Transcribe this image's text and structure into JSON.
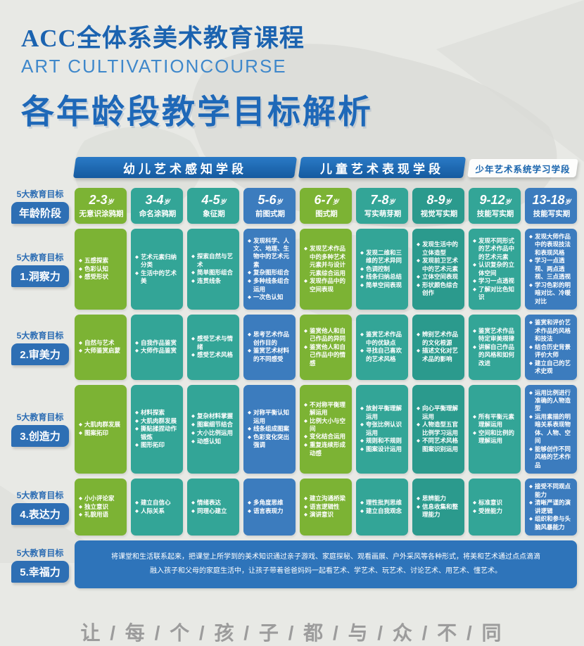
{
  "header": {
    "title": "ACC全体系美术教育课程",
    "subtitle": "ART CULTIVATIONCOURSE",
    "main_title": "各年龄段教学目标解析"
  },
  "stages": [
    {
      "label": "幼儿艺术感知学段"
    },
    {
      "label": "儿童艺术表现学段"
    },
    {
      "label": "少年艺术系统学习学段"
    }
  ],
  "education_goal_label": "5大教育目标",
  "columns": [
    {
      "age": "2-3",
      "age_suffix": "岁",
      "period": "无意识涂鸦期",
      "color": "green"
    },
    {
      "age": "3-4",
      "age_suffix": "岁",
      "period": "命名涂鸦期",
      "color": "teal"
    },
    {
      "age": "4-5",
      "age_suffix": "岁",
      "period": "象征期",
      "color": "teal"
    },
    {
      "age": "5-6",
      "age_suffix": "岁",
      "period": "前图式期",
      "color": "blue"
    },
    {
      "age": "6-7",
      "age_suffix": "岁",
      "period": "图式期",
      "color": "green"
    },
    {
      "age": "7-8",
      "age_suffix": "岁",
      "period": "写实萌芽期",
      "color": "teal"
    },
    {
      "age": "8-9",
      "age_suffix": "岁",
      "period": "视觉写实期",
      "color": "tealdark"
    },
    {
      "age": "9-12",
      "age_suffix": "岁",
      "period": "技能写实期",
      "color": "teal"
    },
    {
      "age": "13-18",
      "age_suffix": "岁",
      "period": "技能写实期",
      "color": "blue"
    }
  ],
  "rows": [
    {
      "key": "ages",
      "type": "ages",
      "label": "年龄阶段"
    },
    {
      "key": "insight",
      "type": "bullets",
      "label": "1.洞察力",
      "cells": [
        [
          "五感探索",
          "色彩认知",
          "感受形状"
        ],
        [
          "艺术元素归纳分类",
          "生活中的艺术美"
        ],
        [
          "探索自然与艺术",
          "简单图形组合",
          "连贯线条"
        ],
        [
          "发现科学、人文、地理、生物中的艺术元素",
          "复杂图形组合",
          "多种线条组合运用",
          "一次色认知"
        ],
        [
          "发现艺术作品中的多种艺术元素并与设计元素综合运用",
          "发现作品中的空间表现"
        ],
        [
          "发现二维和三维的艺术异同",
          "色调控制",
          "线条归纳总结",
          "简单空间表现"
        ],
        [
          "发现生活中的立体造型",
          "发现前卫艺术中的艺术元素",
          "立体空间表现",
          "形状颜色综合创作"
        ],
        [
          "发现不同形式的艺术作品中的艺术元素",
          "认识复杂的立体空间",
          "学习一点透视",
          "了解对比色知识"
        ],
        [
          "发现大师作品中的表现技法和表现风格",
          "学习一点透视、两点透视、三点透视",
          "学习色彩的明暗对比、冷暖对比"
        ]
      ]
    },
    {
      "key": "aesthetic",
      "type": "bullets",
      "label": "2.审美力",
      "cells": [
        [
          "自然与艺术",
          "大师鉴赏启蒙"
        ],
        [
          "自我作品鉴赏",
          "大师作品鉴赏"
        ],
        [
          "感受艺术与情绪",
          "感受艺术风格"
        ],
        [
          "思考艺术作品创作目的",
          "鉴赏艺术材料的不同感受"
        ],
        [
          "鉴赏他人和自己作品的异同",
          "鉴赏他人和自己作品中的情感"
        ],
        [
          "鉴赏艺术作品中的优缺点",
          "寻找自己喜欢的艺术风格"
        ],
        [
          "辨别艺术作品的文化根源",
          "描述文化对艺术品的影响"
        ],
        [
          "鉴赏艺术作品特定审美规律",
          "讲解自己作品的风格和如何改进"
        ],
        [
          "鉴赏和评价艺术作品的风格和技法",
          "结合历史背景评价大师",
          "建立自己的艺术史观"
        ]
      ]
    },
    {
      "key": "creativity",
      "type": "bullets",
      "label": "3.创造力",
      "cells": [
        [
          "大肌肉群发展",
          "图案拓印"
        ],
        [
          "材料探索",
          "大肌肉群发展",
          "撕贴揉捏动作锻炼",
          "图形拓印"
        ],
        [
          "复杂材料掌握",
          "图案细节结合",
          "大小比例运用",
          "动感认知"
        ],
        [
          "对称平衡认知运用",
          "线条组成图案",
          "色彩变化突出强调"
        ],
        [
          "不对称平衡理解运用",
          "比例大小与空间",
          "变化结合运用",
          "重复连续形成动感"
        ],
        [
          "放射平衡理解运用",
          "夸张比例认识运用",
          "规则和不规则",
          "图案设计运用"
        ],
        [
          "向心平衡理解运用",
          "人物造型五官比例学习运用",
          "不同艺术风格图案识别运用"
        ],
        [
          "所有平衡元素理解运用",
          "空间和比例的理解运用"
        ],
        [
          "运用比例进行准确的人物造型",
          "运用素描的明暗关系表现物体、人物、空间",
          "能够创作不同风格的艺术作品"
        ]
      ]
    },
    {
      "key": "expression",
      "type": "bullets",
      "label": "4.表达力",
      "cells": [
        [
          "小小评论家",
          "独立意识",
          "礼貌用语"
        ],
        [
          "建立自信心",
          "人际关系"
        ],
        [
          "情绪表达",
          "同理心建立"
        ],
        [
          "多角度思维",
          "语言表现力"
        ],
        [
          "建立沟通桥梁",
          "语言逻辑性",
          "演讲意识"
        ],
        [
          "理性批判思维",
          "建立自我观念"
        ],
        [
          "思辨能力",
          "信息收集和整理能力"
        ],
        [
          "标准意识",
          "受挫能力"
        ],
        [
          "接受不同观点能力",
          "清晰严谨的演讲逻辑",
          "组织和参与头脑风暴能力"
        ]
      ]
    },
    {
      "key": "happiness",
      "type": "fullwidth",
      "label": "5.幸福力",
      "text": [
        "将课堂和生活联系起来，把课堂上所学到的美术知识通过亲子游戏、家庭探秘、观看画展、户外采风等各种形式，将美和艺术通过点点滴滴",
        "融入孩子和父母的家庭生活中，让孩子带着爸爸妈妈一起看艺术、学艺术、玩艺术、讨论艺术、用艺术、懂艺术。"
      ]
    }
  ],
  "footer": "让 / 每 / 个 / 孩 / 子 / 都 / 与 / 众 / 不 / 同",
  "colors": {
    "green": "#7cb334",
    "teal": "#33a597",
    "tealdark": "#2b9a8d",
    "blue": "#3c7cbe",
    "accent": "#2e6fb4",
    "banner_top": "#2a7ac6",
    "banner_bottom": "#155a9f",
    "happiness": "#2e74ba",
    "title_blue": "#1e68b8",
    "footer_gray": "#9c9c9c"
  }
}
